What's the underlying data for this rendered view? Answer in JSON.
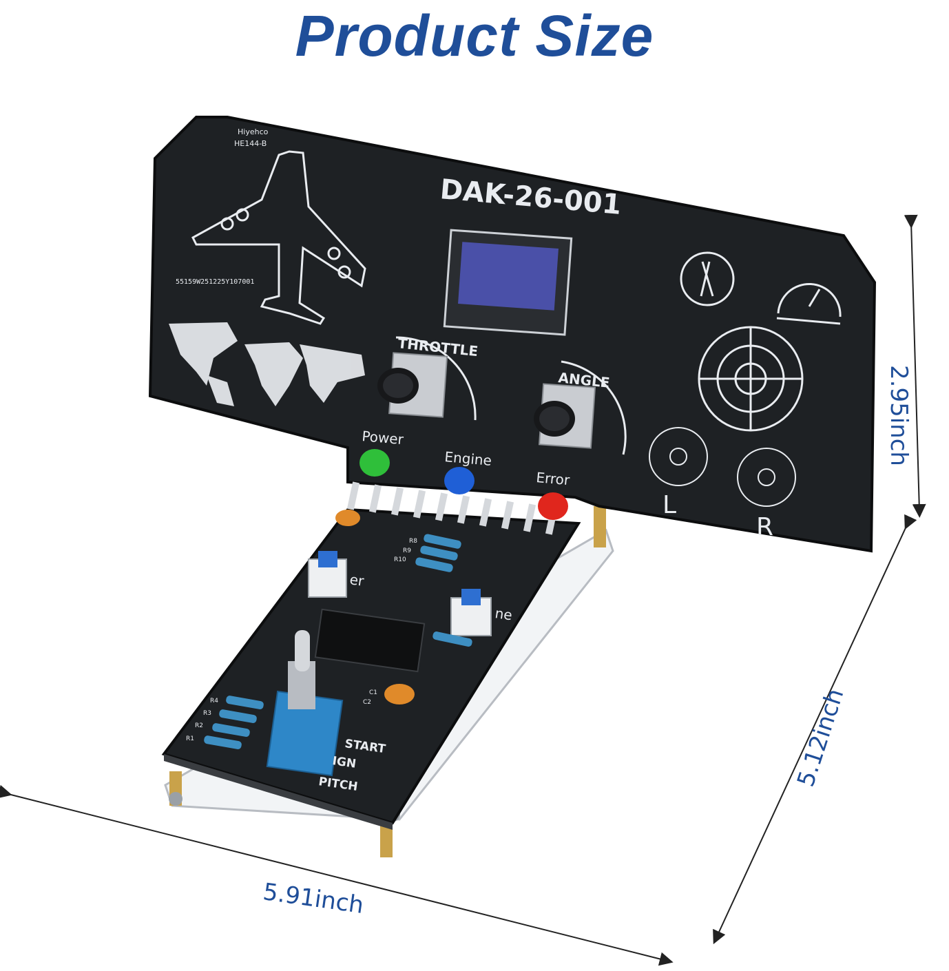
{
  "header": {
    "title": "Product Size"
  },
  "dimensions": {
    "width": "5.91inch",
    "height": "2.95inch",
    "depth": "5.12inch"
  },
  "board": {
    "brand": "Hiyehco",
    "model_code": "HE144-B",
    "serial": "55159W251225Y107001",
    "name": "DAK-26-001",
    "knob_labels": {
      "throttle": "THROTTLE",
      "angle": "ANGLE"
    },
    "led_labels": {
      "power": "Power",
      "engine": "Engine",
      "error": "Error"
    },
    "button_label_fragments": {
      "power": "er",
      "engine": "ne"
    },
    "switch_labels": {
      "start": "START",
      "ign": "IGN",
      "pitch": "PITCH"
    },
    "engine_labels": {
      "left": "L",
      "right": "R"
    },
    "resistor_labels": {
      "r8": "R8",
      "r9": "R9",
      "r10": "R10",
      "r1": "R1",
      "r2": "R2",
      "r3": "R3",
      "r4": "R4",
      "c1": "C1",
      "c2": "C2"
    },
    "led_colors": {
      "power": "#2fbf3a",
      "engine": "#1f5fd6",
      "error": "#e0261d"
    },
    "pcb_color": "#1e2124",
    "silkscreen_color": "#e9ecf0",
    "accent_color": "#1f4e99"
  }
}
